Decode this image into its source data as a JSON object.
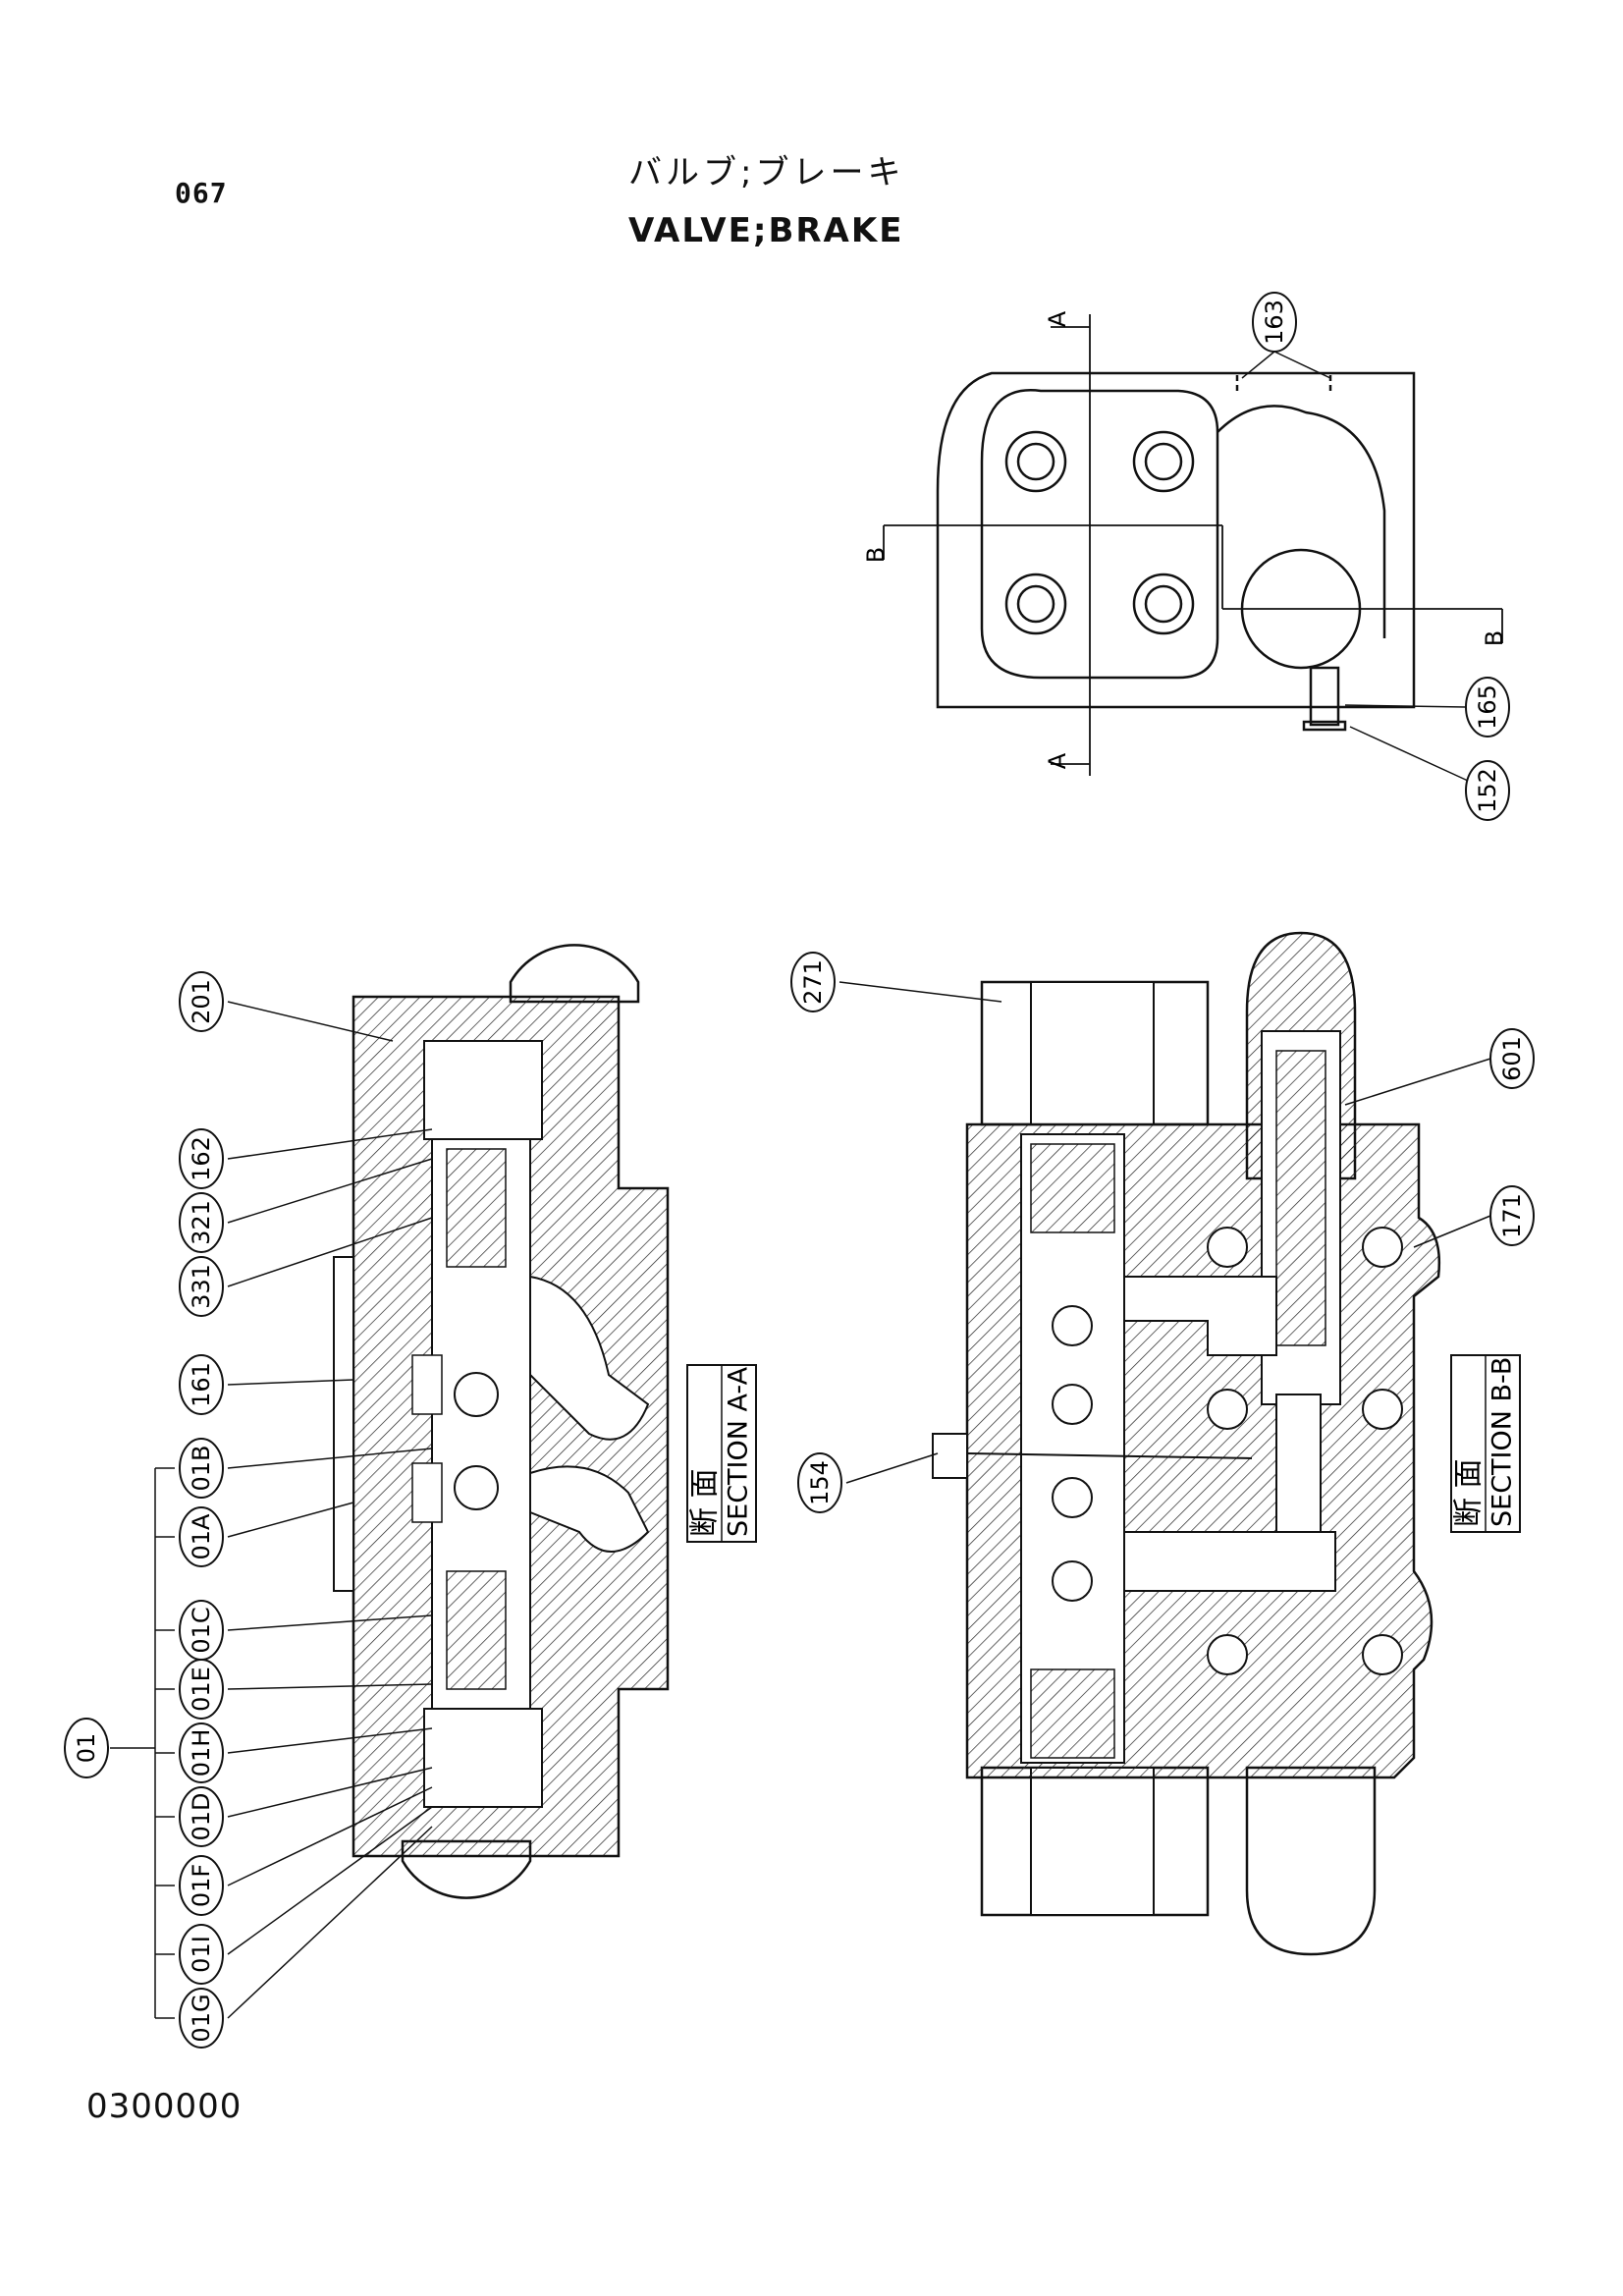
{
  "header": {
    "page_number": "067",
    "title_jp": "バルブ;ブレーキ",
    "title_en": "VALVE;BRAKE"
  },
  "footer": {
    "code": "0300000"
  },
  "section_aa": {
    "jp": "断  面",
    "en": "SECTION A-A"
  },
  "section_bb": {
    "jp": "断  面",
    "en": "SECTION B-B"
  },
  "cut_markers": {
    "a": "A",
    "b": "B"
  },
  "parts": {
    "p163": "163",
    "p165": "165",
    "p152": "152",
    "p201": "201",
    "p162": "162",
    "p321": "321",
    "p331": "331",
    "p161": "161",
    "p01B": "01B",
    "p01A": "01A",
    "p01C": "01C",
    "p01E": "01E",
    "p01H": "01H",
    "p01D": "01D",
    "p01F": "01F",
    "p01I": "01I",
    "p01G": "01G",
    "p01": "01",
    "p271": "271",
    "p601": "601",
    "p171": "171",
    "p154": "154"
  }
}
